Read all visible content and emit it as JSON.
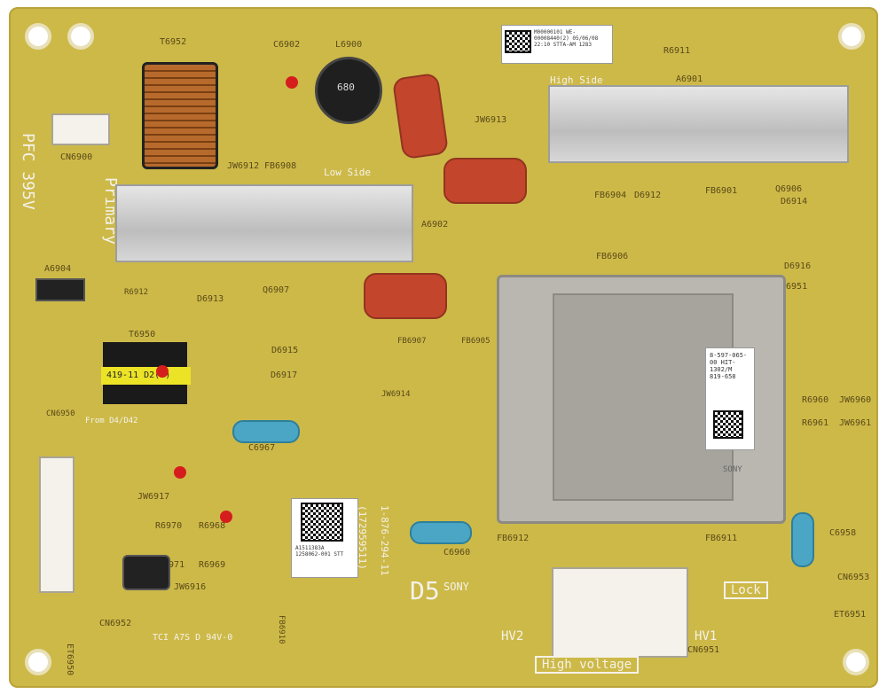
{
  "labels": {
    "pfc": "PFC 395V",
    "primary": "Primary",
    "high_side": "High Side",
    "low_side": "Low Side",
    "high_voltage": "High voltage",
    "lock": "Lock",
    "hv1": "HV1",
    "hv2": "HV2",
    "sony": "SONY",
    "d5": "D5",
    "from": "From D4/D42",
    "part_no": "1-876-294-11",
    "part_no2": "(172959511)",
    "board_marking": "TCI A7S D 94V-0",
    "t6950_band": "419-11 D2(5)"
  },
  "refs": {
    "t6952": "T6952",
    "cn6900": "CN6900",
    "a6904": "A6904",
    "a6902": "A6902",
    "a6901": "A6901",
    "l6900": "L6900",
    "c6902": "C6902",
    "r6911": "R6911",
    "jw6913": "JW6913",
    "fb6904": "FB6904",
    "d6912": "D6912",
    "fb6901": "FB6901",
    "q6906": "Q6906",
    "d6914": "D6914",
    "fb6906": "FB6906",
    "d6916": "D6916",
    "t6951": "T6951",
    "d6913": "D6913",
    "q6907": "Q6907",
    "t6950": "T6950",
    "d6915": "D6915",
    "d6917": "D6917",
    "fb6907": "FB6907",
    "fb6905": "FB6905",
    "c6967": "C6967",
    "cn6950": "CN6950",
    "jw6917": "JW6917",
    "r6970": "R6970",
    "r6968": "R6968",
    "r6971": "R6971",
    "r6969": "R6969",
    "jw6916": "JW6916",
    "cn6952": "CN6952",
    "et6950": "ET6950",
    "c6960": "C6960",
    "fb6912": "FB6912",
    "fb6911": "FB6911",
    "c6958": "C6958",
    "cn6953": "CN6953",
    "et6951": "ET6951",
    "cn6951": "CN6951",
    "r6960": "R6960",
    "jw6960": "JW6960",
    "r6961": "R6961",
    "jw6961": "JW6961",
    "jw6912": "JW6912",
    "fb6908": "FB6908",
    "r6912": "R6912",
    "l6900_val": "680",
    "fb6910": "FB6910",
    "jw6914": "JW6914"
  },
  "stickers": {
    "top": "M00000101 WE-00008440(2) 05/06/08 22:10 STTA-AM 1283",
    "mid": "A1511383A 1258062-001 STT",
    "transformer": "8-597-065-00 HIT-1302/M 819-658"
  },
  "colors": {
    "pcb": "#cdb948",
    "silkscreen": "#f4f2ea",
    "marker_red": "#d61d1d"
  }
}
